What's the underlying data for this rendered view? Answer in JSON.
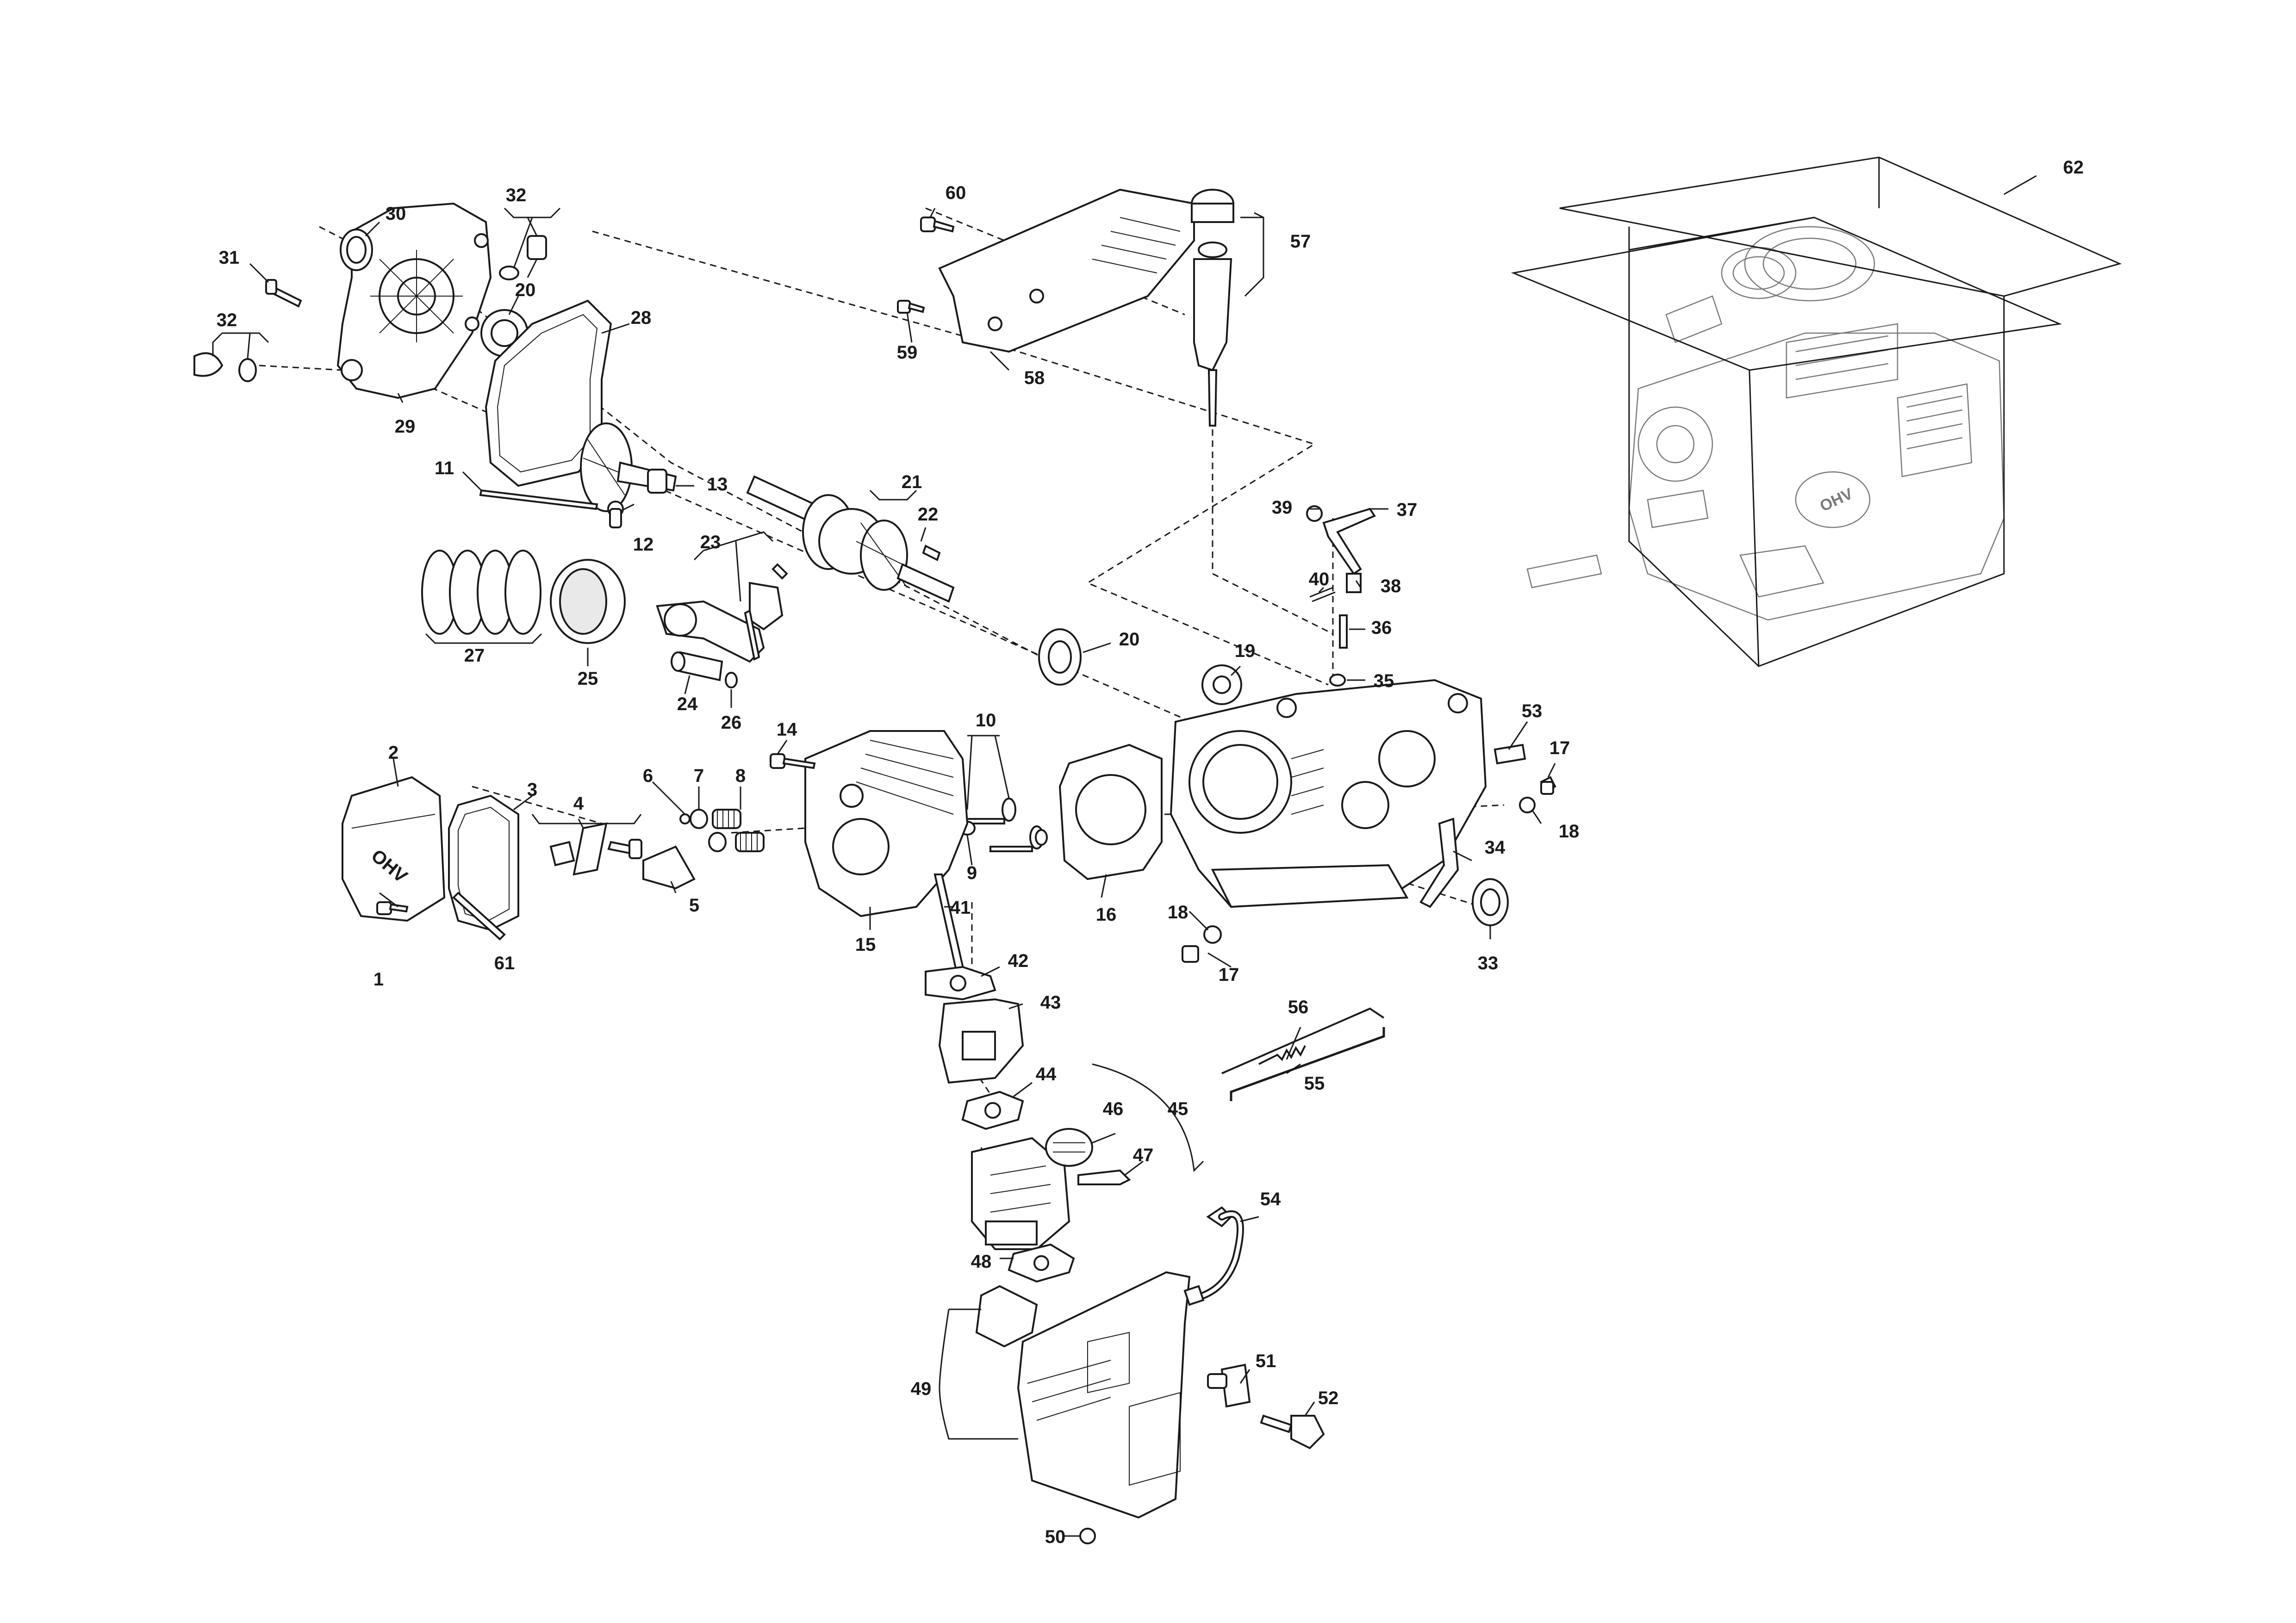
{
  "labels": {
    "p1": "1",
    "p2": "2",
    "p3": "3",
    "p4": "4",
    "p5": "5",
    "p6": "6",
    "p7": "7",
    "p8": "8",
    "p9": "9",
    "p10": "10",
    "p11": "11",
    "p12": "12",
    "p13": "13",
    "p14": "14",
    "p15": "15",
    "p16": "16",
    "p17a": "17",
    "p17b": "17",
    "p18a": "18",
    "p18b": "18",
    "p19": "19",
    "p20a": "20",
    "p20b": "20",
    "p21": "21",
    "p22": "22",
    "p23": "23",
    "p24": "24",
    "p25": "25",
    "p26": "26",
    "p27": "27",
    "p28": "28",
    "p29": "29",
    "p30": "30",
    "p31": "31",
    "p32a": "32",
    "p32b": "32",
    "p33": "33",
    "p34": "34",
    "p35": "35",
    "p36": "36",
    "p37": "37",
    "p38": "38",
    "p39": "39",
    "p40": "40",
    "p41": "41",
    "p42": "42",
    "p43": "43",
    "p44": "44",
    "p45": "45",
    "p46": "46",
    "p47": "47",
    "p48": "48",
    "p49": "49",
    "p50": "50",
    "p51": "51",
    "p52": "52",
    "p53": "53",
    "p54": "54",
    "p55": "55",
    "p56": "56",
    "p57": "57",
    "p58": "58",
    "p59": "59",
    "p60": "60",
    "p61": "61",
    "p62": "62"
  },
  "imprints": {
    "cover_mark": "OHV",
    "engine_mark": "OHV"
  },
  "colors": {
    "ink": "#1a1a1a",
    "ghost": "#7a7a7a",
    "background": "#ffffff"
  }
}
